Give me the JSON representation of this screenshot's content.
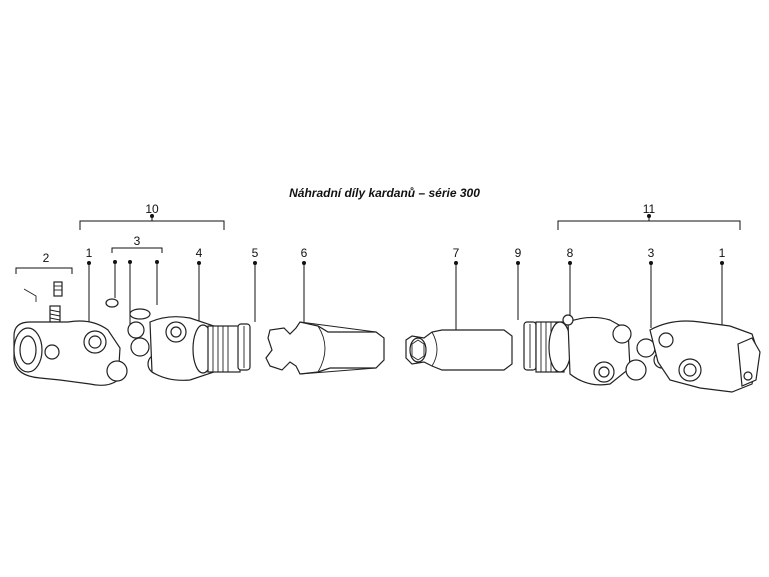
{
  "diagram": {
    "title": "Náhradní díly kardanů – série 300",
    "callouts": {
      "n1a": "1",
      "n2": "2",
      "n3a": "3",
      "n4": "4",
      "n5": "5",
      "n6": "6",
      "n7": "7",
      "n8": "8",
      "n9": "9",
      "n10": "10",
      "n11": "11",
      "n3b": "3",
      "n1b": "1"
    }
  }
}
